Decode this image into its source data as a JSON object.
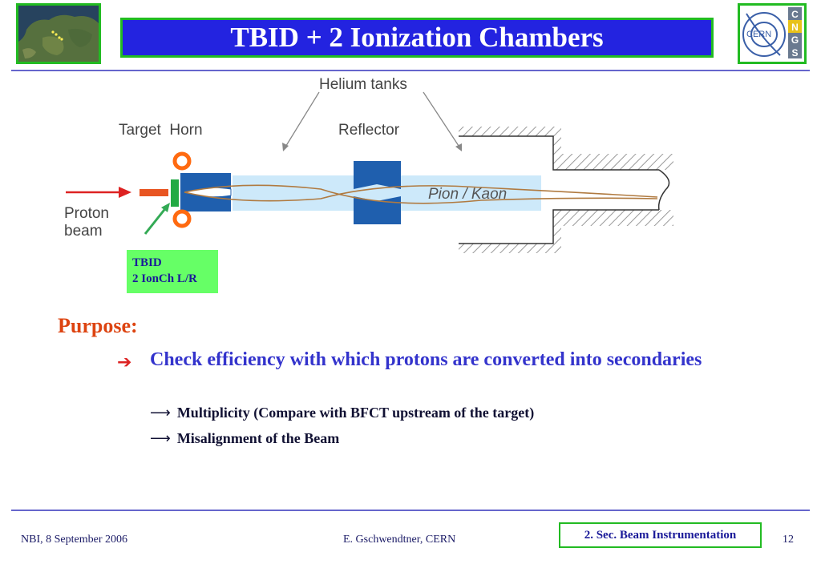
{
  "header": {
    "title": "TBID + 2 Ionization Chambers",
    "cngs_letters": [
      "C",
      "N",
      "G",
      "S"
    ],
    "cern_label": "CERN"
  },
  "diagram": {
    "labels": {
      "helium_tanks": "Helium tanks",
      "target_horn": "Target  Horn",
      "reflector": "Reflector",
      "proton_line1": "Proton",
      "proton_line2": "beam",
      "pion_kaon": "Pion / Kaon"
    },
    "tbid_box": {
      "line1": "TBID",
      "line2": "2 IonCh L/R"
    }
  },
  "content": {
    "purpose": "Purpose:",
    "bullet": "Check efficiency with which protons are converted into secondaries",
    "subitems": [
      "Multiplicity (Compare with BFCT upstream of the target)",
      "Misalignment of the Beam"
    ]
  },
  "footer": {
    "left": "NBI, 8 September 2006",
    "center": "E. Gschwendtner, CERN",
    "section": "2. Sec. Beam Instrumentation",
    "page": "12"
  },
  "colors": {
    "title_bg": "#2323e0",
    "frame_green": "#22bb22",
    "purpose": "#dd4411",
    "bullet_text": "#3333cc"
  }
}
